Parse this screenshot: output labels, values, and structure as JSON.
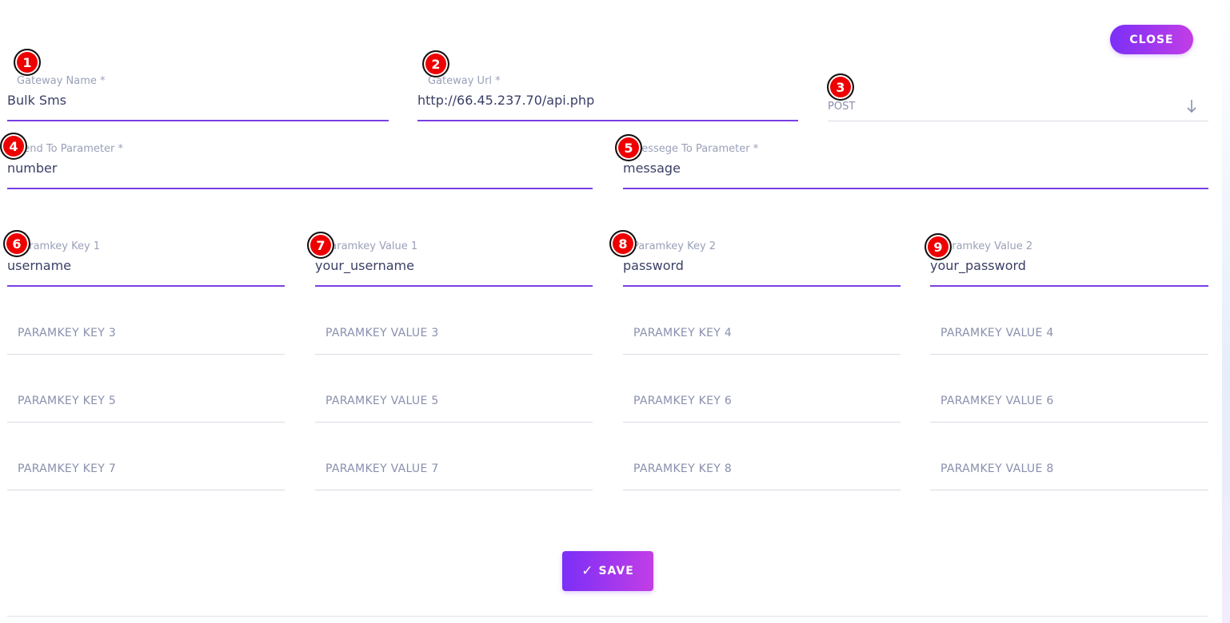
{
  "close_label": "CLOSE",
  "save_label": "SAVE",
  "save_icon": "check-icon",
  "accent_color": "#7b3fe4",
  "marker_color": "#ee0000",
  "gateway_name": {
    "label": "Gateway Name *",
    "value": "Bulk Sms"
  },
  "gateway_url": {
    "label": "Gateway Url *",
    "value": "http://66.45.237.70/api.php"
  },
  "method": {
    "value": "POST",
    "icon": "arrow-down-icon"
  },
  "send_to_param": {
    "label": "Send To Parameter *",
    "value": "number"
  },
  "message_to_param": {
    "label": "Messege To Parameter *",
    "value": "message"
  },
  "param_key_1": {
    "label": "Paramkey Key 1",
    "value": "username"
  },
  "param_value_1": {
    "label": "Paramkey Value 1",
    "value": "your_username"
  },
  "param_key_2": {
    "label": "Paramkey Key 2",
    "value": "password"
  },
  "param_value_2": {
    "label": "Paramkey Value 2",
    "value": "your_password"
  },
  "placeholders": {
    "key3": "PARAMKEY KEY 3",
    "value3": "PARAMKEY VALUE 3",
    "key4": "PARAMKEY KEY 4",
    "value4": "PARAMKEY VALUE 4",
    "key5": "PARAMKEY KEY 5",
    "value5": "PARAMKEY VALUE 5",
    "key6": "PARAMKEY KEY 6",
    "value6": "PARAMKEY VALUE 6",
    "key7": "PARAMKEY KEY 7",
    "value7": "PARAMKEY VALUE 7",
    "key8": "PARAMKEY KEY 8",
    "value8": "PARAMKEY VALUE 8"
  },
  "markers": [
    "1",
    "2",
    "3",
    "4",
    "5",
    "6",
    "7",
    "8",
    "9"
  ]
}
